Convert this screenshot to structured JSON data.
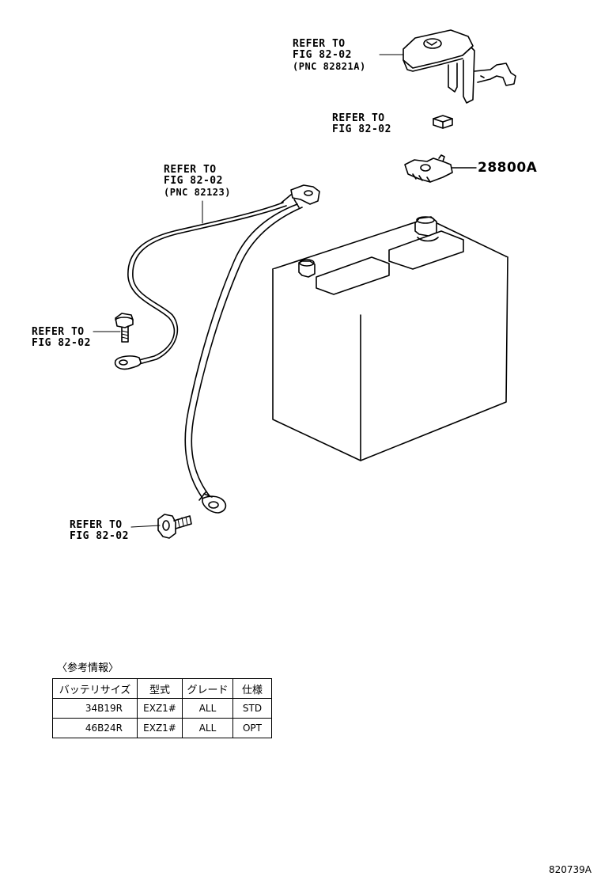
{
  "callouts": {
    "cover": {
      "line1": "REFER TO",
      "line2": "FIG 82-02",
      "line3": "(PNC 82821A)"
    },
    "nut": {
      "line1": "REFER TO",
      "line2": "FIG 82-02"
    },
    "cable": {
      "line1": "REFER TO",
      "line2": "FIG 82-02",
      "line3": "(PNC 82123)"
    },
    "bolt_left": {
      "line1": "REFER TO",
      "line2": "FIG 82-02"
    },
    "bolt_bottom": {
      "line1": "REFER TO",
      "line2": "FIG 82-02"
    }
  },
  "part_number": "28800A",
  "reference": {
    "title": "〈参考情報〉",
    "headers": [
      "バッテリサイズ",
      "型式",
      "グレード",
      "仕様"
    ],
    "rows": [
      [
        "34B19R",
        "EXZ1#",
        "ALL",
        "STD"
      ],
      [
        "46B24R",
        "EXZ1#",
        "ALL",
        "OPT"
      ]
    ]
  },
  "figure_code": "820739A"
}
